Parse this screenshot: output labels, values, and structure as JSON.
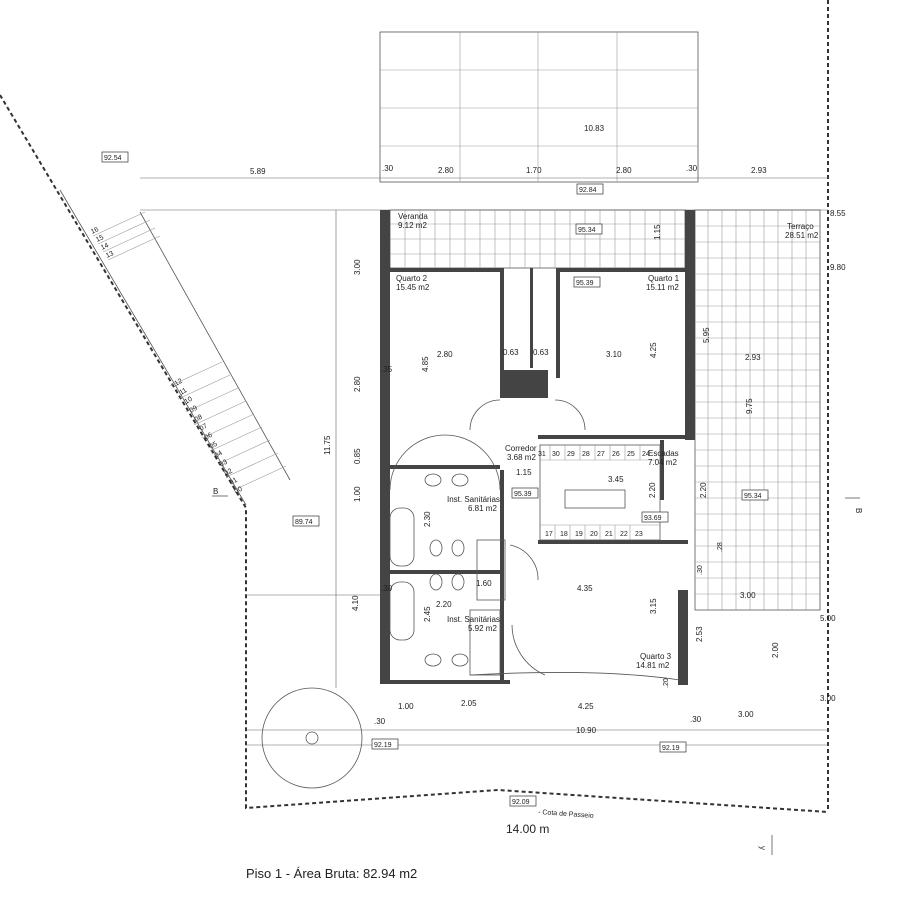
{
  "plan": {
    "caption": "Piso 1 - Área Bruta: 82.94 m2",
    "scale_label": "14.00 m",
    "rooms": {
      "veranda": {
        "name": "Veranda",
        "area": "9.12 m2"
      },
      "terraco": {
        "name": "Terraço",
        "area": "28.51 m2"
      },
      "quarto2": {
        "name": "Quarto 2",
        "area": "15.45 m2"
      },
      "quarto1": {
        "name": "Quarto 1",
        "area": "15.11 m2"
      },
      "corredor": {
        "name": "Corredor",
        "area": "3.68 m2"
      },
      "escadas": {
        "name": "Escadas",
        "area": "7.04 m2"
      },
      "inst1": {
        "name": "Inst. Sanitárias",
        "area": "6.81 m2"
      },
      "inst2": {
        "name": "Inst. Sanitárias",
        "area": "5.92 m2"
      },
      "quarto3": {
        "name": "Quarto 3",
        "area": "14.81 m2"
      },
      "passeio": "- Cota de Passeio"
    },
    "levels": [
      "92.54",
      "92.84",
      "95.34",
      "95.39",
      "95.39",
      "93.69",
      "95.34",
      "89.74",
      "92.19",
      "92.19",
      "92.09"
    ],
    "stairs_left_upper": [
      "16",
      "15",
      "14",
      "13"
    ],
    "stairs_left_lower": [
      "12",
      "11",
      "10",
      "09",
      "08",
      "07",
      "06",
      "05",
      "04",
      "03",
      "02",
      "01",
      "00"
    ],
    "stairs_inner_top": [
      "31",
      "30",
      "29",
      "28",
      "27",
      "26",
      "25",
      "24"
    ],
    "stairs_inner_bottom": [
      "17",
      "18",
      "19",
      "20",
      "21",
      "22",
      "23"
    ],
    "section_mark": "B",
    "dims_top": [
      "10.83",
      "5.89",
      ".30",
      "2.80",
      "1.70",
      "2.80",
      ".30",
      "2.93"
    ],
    "dims_right": [
      "8.55",
      "9.80",
      "5.00",
      "3.00"
    ],
    "dims_left": [
      "3.00",
      "2.80",
      "0.85",
      "1.00",
      "11.75",
      "4.10"
    ],
    "dims_inner": [
      "2.80",
      "0.63",
      "0.63",
      "3.10",
      "4.85",
      "4.25",
      "5.95",
      "1.15",
      "2.93",
      "9.75",
      "3.45",
      "1.15",
      "2.20",
      "2.20",
      "2.30",
      "1.60",
      "2.20",
      "2.45",
      "4.35",
      "3.15",
      "2.53",
      "2.00",
      "3.00",
      "4.25",
      "2.05",
      "1.00",
      ".30",
      "10.90",
      "3.00",
      ".30",
      ".30",
      ".35",
      ".20",
      ".30",
      ".28"
    ],
    "mark_y": "y"
  }
}
